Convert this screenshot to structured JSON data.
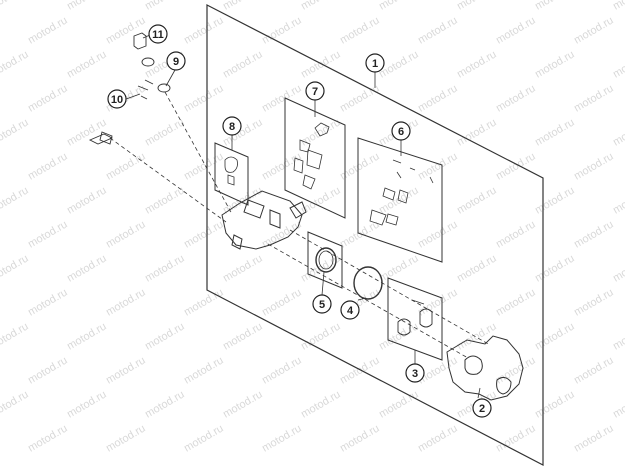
{
  "diagram": {
    "type": "exploded-parts-diagram",
    "callouts": {
      "c1": "1",
      "c2": "2",
      "c3": "3",
      "c4": "4",
      "c5": "5",
      "c6": "6",
      "c7": "7",
      "c8": "8",
      "c9": "9",
      "c10": "10",
      "c11": "11"
    },
    "watermark": "motod.ru",
    "colors": {
      "line": "#333333",
      "background": "#ffffff",
      "watermark": "#d9d9d9"
    }
  }
}
